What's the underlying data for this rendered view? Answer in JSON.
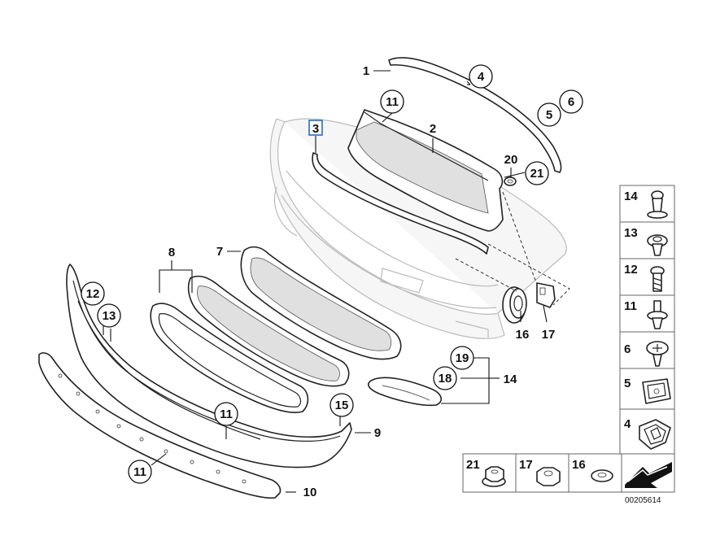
{
  "diagram": {
    "document_number": "00205614",
    "highlighted_part": "3",
    "callouts": [
      {
        "id": "1",
        "label": "1"
      },
      {
        "id": "2",
        "label": "2"
      },
      {
        "id": "3",
        "label": "3"
      },
      {
        "id": "4",
        "label": "4"
      },
      {
        "id": "5",
        "label": "5"
      },
      {
        "id": "6",
        "label": "6"
      },
      {
        "id": "7",
        "label": "7"
      },
      {
        "id": "8",
        "label": "8"
      },
      {
        "id": "9",
        "label": "9"
      },
      {
        "id": "10",
        "label": "10"
      },
      {
        "id": "11a",
        "label": "11"
      },
      {
        "id": "11b",
        "label": "11"
      },
      {
        "id": "11c",
        "label": "11"
      },
      {
        "id": "12",
        "label": "12"
      },
      {
        "id": "13",
        "label": "13"
      },
      {
        "id": "14",
        "label": "14"
      },
      {
        "id": "15",
        "label": "15"
      },
      {
        "id": "16",
        "label": "16"
      },
      {
        "id": "17",
        "label": "17"
      },
      {
        "id": "18",
        "label": "18"
      },
      {
        "id": "19",
        "label": "19"
      },
      {
        "id": "20",
        "label": "20"
      },
      {
        "id": "21",
        "label": "21"
      }
    ],
    "fastener_panel": [
      {
        "label": "14",
        "icon": "push-rivet-icon"
      },
      {
        "label": "13",
        "icon": "expanding-rivet-icon"
      },
      {
        "label": "12",
        "icon": "screw-icon"
      },
      {
        "label": "11",
        "icon": "spreading-rivet-icon"
      },
      {
        "label": "6",
        "icon": "tapping-screw-icon"
      },
      {
        "label": "5",
        "icon": "clip-nut-icon"
      },
      {
        "label": "4",
        "icon": "spring-clip-icon"
      }
    ],
    "bottom_panel": [
      {
        "label": "21",
        "icon": "hex-nut-flange-icon"
      },
      {
        "label": "17",
        "icon": "hex-nut-icon"
      },
      {
        "label": "16",
        "icon": "washer-icon"
      }
    ],
    "corner_icon": "arrow-corner-icon"
  }
}
